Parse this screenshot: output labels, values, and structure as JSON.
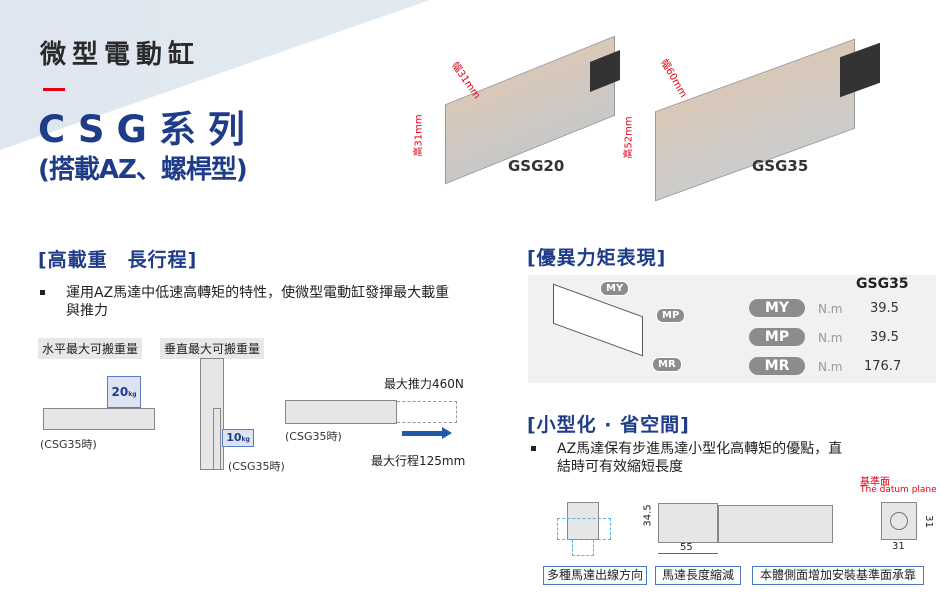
{
  "header": {
    "category": "微型電動缸",
    "series": "CSG系列",
    "subtitle": "(搭載AZ、螺桿型)"
  },
  "products": [
    {
      "name": "GSG20",
      "width_label": "幅31mm",
      "height_label": "高31mm"
    },
    {
      "name": "GSG35",
      "width_label": "幅60mm",
      "height_label": "高52mm"
    }
  ],
  "load_section": {
    "title": "[高載重　長行程]",
    "bullet": "運用AZ馬達中低速高轉矩的特性，使微型電動缸發揮最大載重與推力",
    "horizontal_tag": "水平最大可搬重量",
    "horizontal_value": "20",
    "horizontal_unit": "kg",
    "horizontal_note": "(CSG35時)",
    "vertical_tag": "垂直最大可搬重量",
    "vertical_value": "10",
    "vertical_unit": "kg",
    "vertical_note": "(CSG35時)",
    "thrust": "最大推力460N",
    "stroke": "最大行程125mm",
    "stroke_note": "(CSG35時)"
  },
  "moment_section": {
    "title": "[優異力矩表現]",
    "model": "GSG35",
    "diagram_labels": [
      "MY",
      "MP",
      "MR"
    ],
    "rows": [
      {
        "label": "MY",
        "unit": "N.m",
        "value": "39.5"
      },
      {
        "label": "MP",
        "unit": "N.m",
        "value": "39.5"
      },
      {
        "label": "MR",
        "unit": "N.m",
        "value": "176.7"
      }
    ]
  },
  "compact_section": {
    "title": "[小型化 · 省空間]",
    "bullet": "AZ馬達保有步進馬達小型化高轉矩的優點，直結時可有效縮短長度",
    "dim_height": "34.5",
    "dim_length": "55",
    "dim_side_w": "31",
    "dim_side_h": "31",
    "datum_cn": "基準面",
    "datum_en": "The datum plane",
    "boxes": [
      "多種馬達出線方向",
      "馬達長度縮減",
      "本體側面增加安裝基準面承靠"
    ]
  },
  "colors": {
    "brand_blue": "#1f3c88",
    "accent_red": "#e60012",
    "arrow_blue": "#1f5aa6",
    "panel_gray": "#f1f1f1"
  }
}
